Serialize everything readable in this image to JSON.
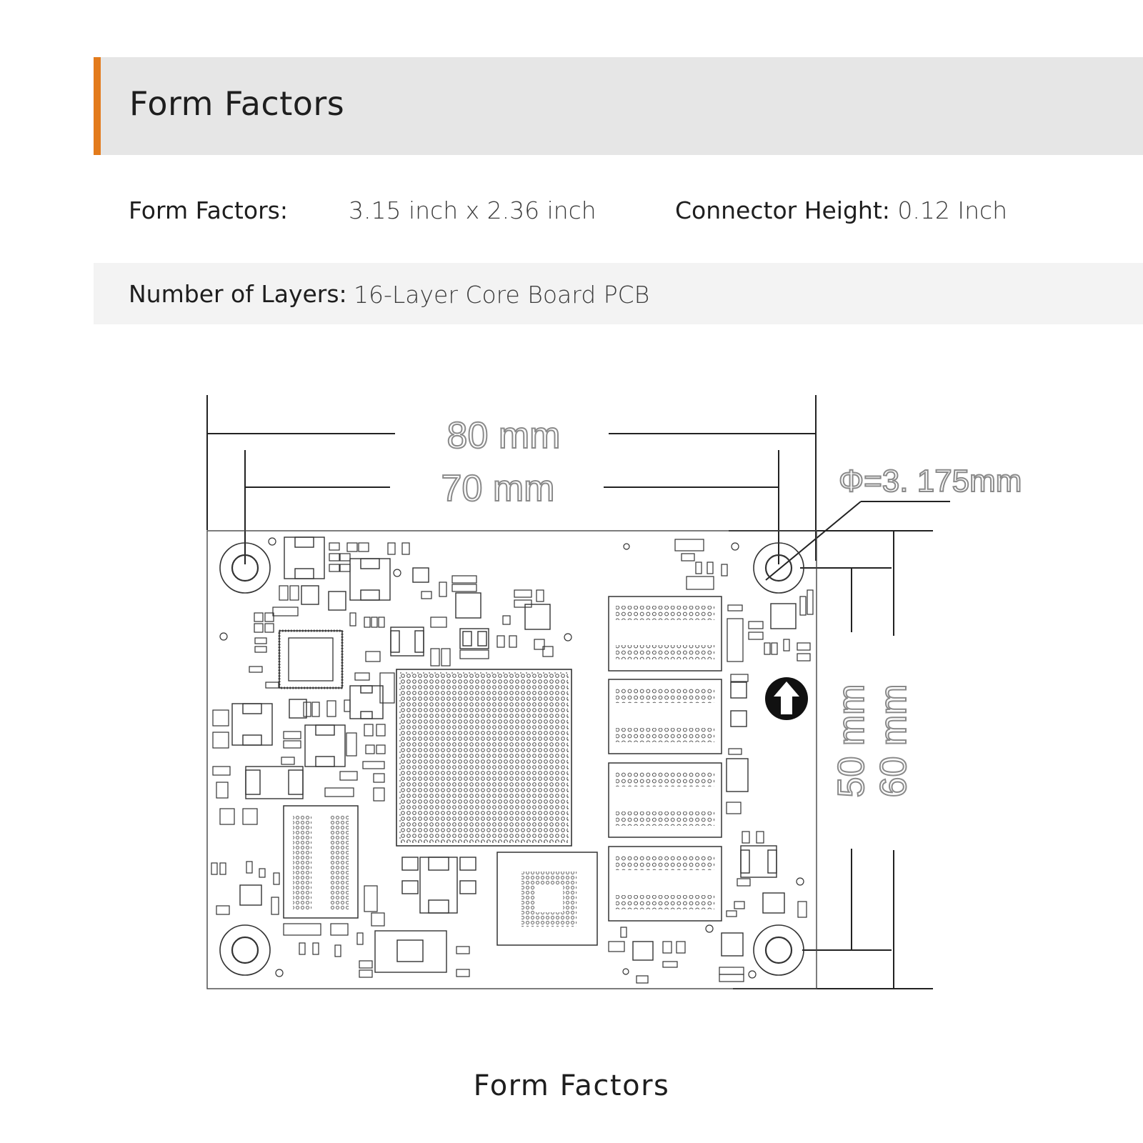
{
  "header": {
    "title": "Form Factors",
    "accent_color": "#e37b1c"
  },
  "specs": {
    "form_factors_label": "Form Factors:",
    "form_factors_value": "3.15 inch x 2.36 inch",
    "connector_height_label": "Connector Height:",
    "connector_height_value": "0.12 Inch",
    "layers_label": "Number of Layers:",
    "layers_value": "16-Layer Core Board PCB"
  },
  "drawing": {
    "dim_80": "80 mm",
    "dim_70": "70 mm",
    "dim_hole": "Φ=3. 175mm",
    "dim_50": "50 mm",
    "dim_60": "60 mm"
  },
  "caption": "Form Factors"
}
